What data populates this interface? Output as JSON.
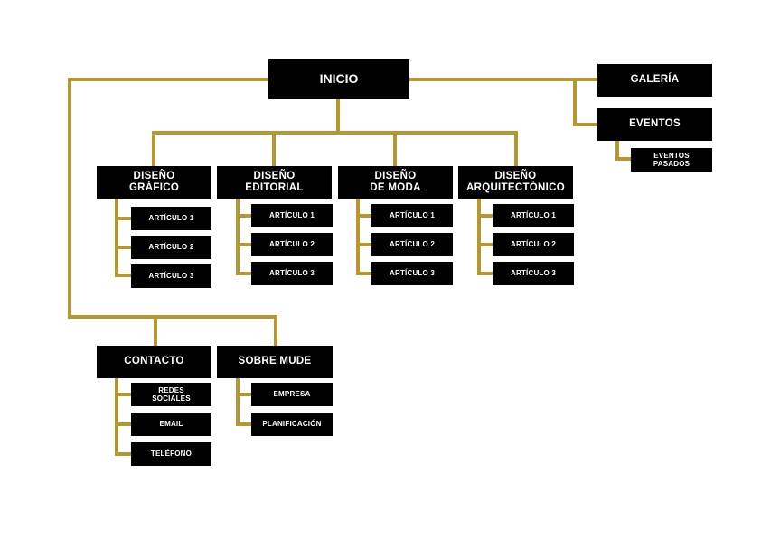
{
  "colors": {
    "connector": "#b8972e",
    "box": "#000000",
    "text": "#ffffff"
  },
  "root": {
    "label": "INICIO"
  },
  "side": {
    "galeria": "GALERÍA",
    "eventos": "EVENTOS",
    "eventos_pasados": "EVENTOS\nPASADOS"
  },
  "categories": [
    {
      "label": "DISEÑO\nGRÁFICO",
      "items": [
        "ARTÍCULO 1",
        "ARTÍCULO 2",
        "ARTÍCULO 3"
      ]
    },
    {
      "label": "DISEÑO\nEDITORIAL",
      "items": [
        "ARTÍCULO 1",
        "ARTÍCULO 2",
        "ARTÍCULO 3"
      ]
    },
    {
      "label": "DISEÑO\nDE MODA",
      "items": [
        "ARTÍCULO 1",
        "ARTÍCULO 2",
        "ARTÍCULO 3"
      ]
    },
    {
      "label": "DISEÑO\nARQUITECTÓNICO",
      "items": [
        "ARTÍCULO 1",
        "ARTÍCULO 2",
        "ARTÍCULO 3"
      ]
    }
  ],
  "bottom": [
    {
      "label": "CONTACTO",
      "items": [
        "REDES\nSOCIALES",
        "EMAIL",
        "TELÉFONO"
      ]
    },
    {
      "label": "SOBRE MUDE",
      "items": [
        "EMPRESA",
        "PLANIFICACIÓN"
      ]
    }
  ]
}
